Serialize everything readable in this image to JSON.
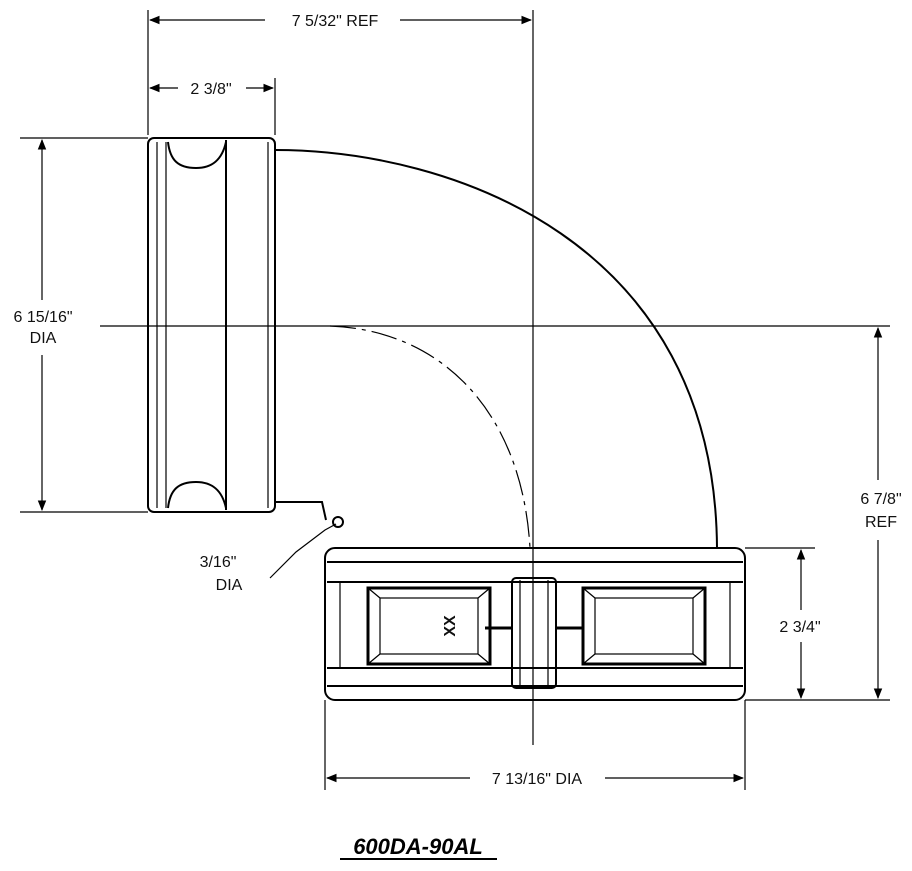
{
  "dimensions": {
    "overall_width": "7 5/32\" REF",
    "flange_width": "2 3/8\"",
    "inlet_dia_value": "6 15/16\"",
    "inlet_dia_unit": "DIA",
    "pin_dia_value": "3/16\"",
    "pin_dia_unit": "DIA",
    "overall_height_value": "6 7/8\"",
    "overall_height_unit": "REF",
    "coupler_height": "2 3/4\"",
    "coupler_dia": "7 13/16\" DIA"
  },
  "marks": {
    "xx": "XX"
  },
  "part_number": "600DA-90AL"
}
